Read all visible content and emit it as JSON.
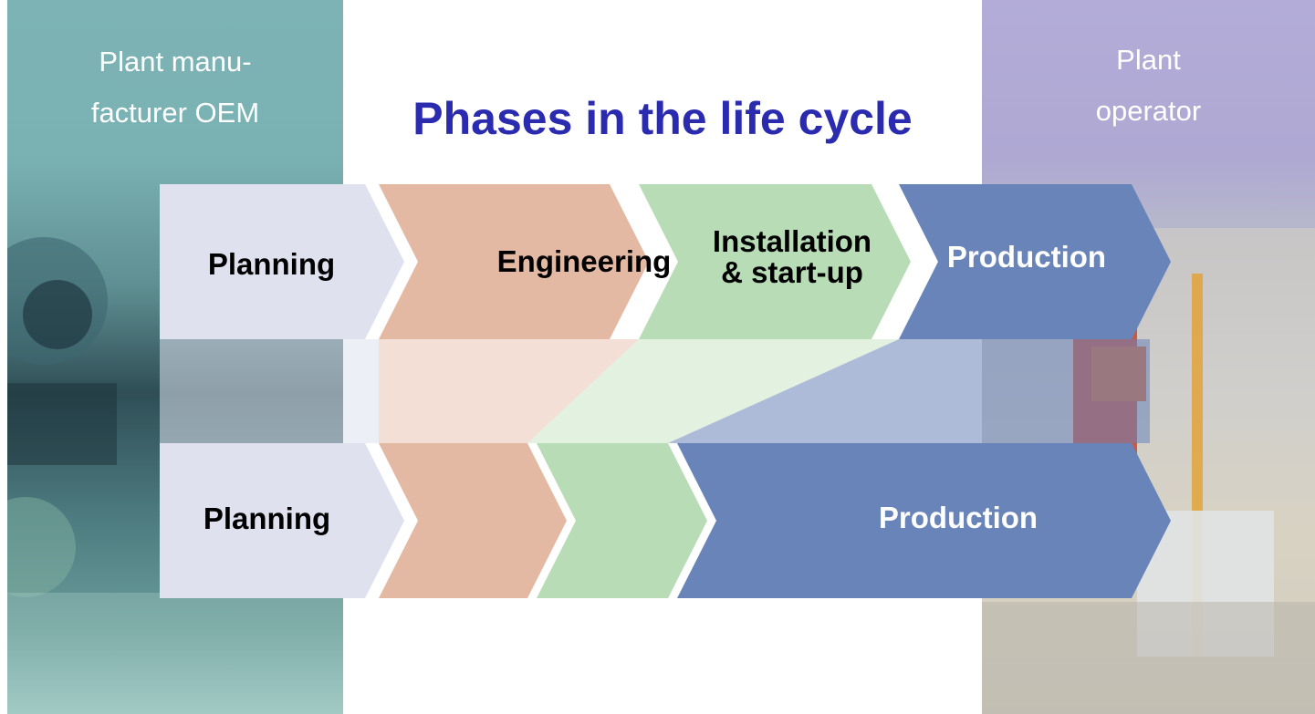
{
  "left_panel": {
    "label": "Plant manu-\nfacturer OEM"
  },
  "right_panel": {
    "label": "Plant\noperator"
  },
  "title": "Phases in the life cycle",
  "top_row": {
    "planning": "Planning",
    "engineering": "Engineering",
    "installation": "Installation\n& start-up",
    "production": "Production"
  },
  "bottom_row": {
    "planning": "Planning",
    "production": "Production"
  },
  "colors": {
    "planning": "#dfe1ef",
    "engineering": "#e4b9a3",
    "installation": "#b8dcb5",
    "production": "#6984b9",
    "title": "#2b2bb0"
  }
}
